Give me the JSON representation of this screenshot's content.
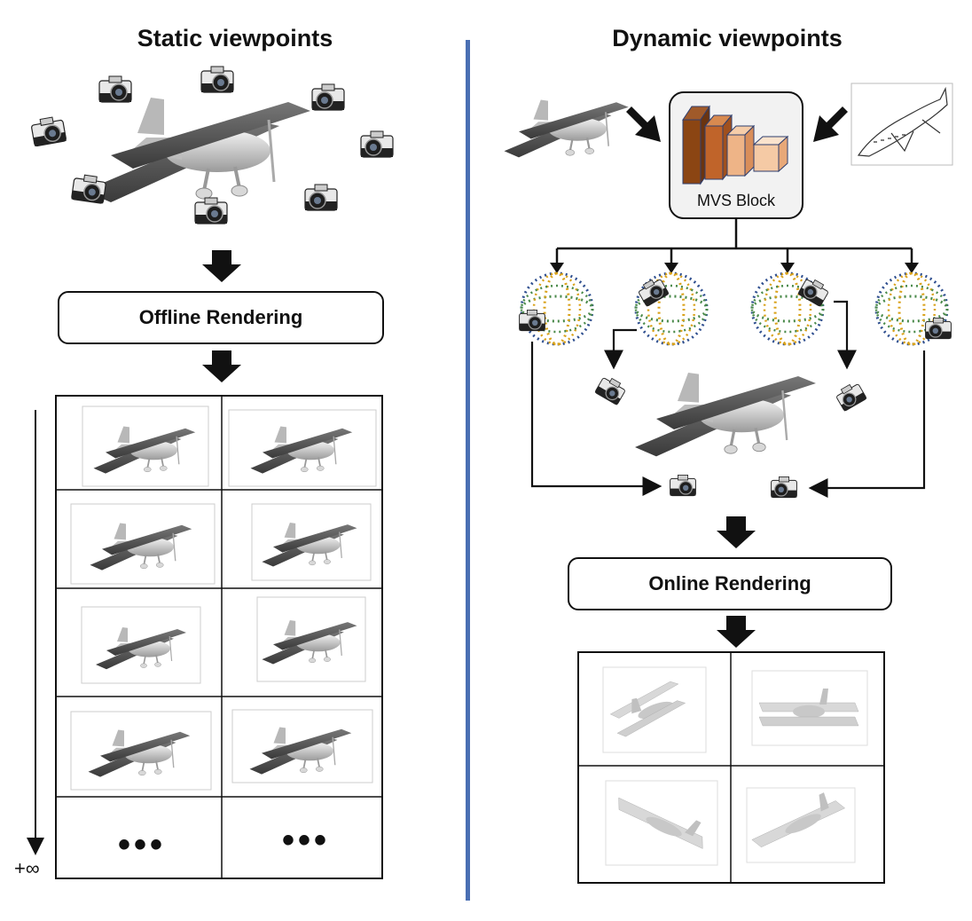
{
  "left": {
    "title": "Static viewpoints",
    "stage_label": "Offline Rendering",
    "grid_ellipsis": [
      "•••",
      "•••"
    ],
    "axis_label": "+∞"
  },
  "right": {
    "title": "Dynamic viewpoints",
    "block_label": "MVS Block",
    "stage_label": "Online Rendering"
  },
  "colors": {
    "divider": "#4a6fb3",
    "cube_dark": "#8b4513",
    "cube_mid": "#c0642a",
    "cube_light": "#eeb487",
    "sphere_green": "#4a8a4a",
    "sphere_orange": "#d9a21a",
    "sphere_blue": "#2f4f8f"
  }
}
